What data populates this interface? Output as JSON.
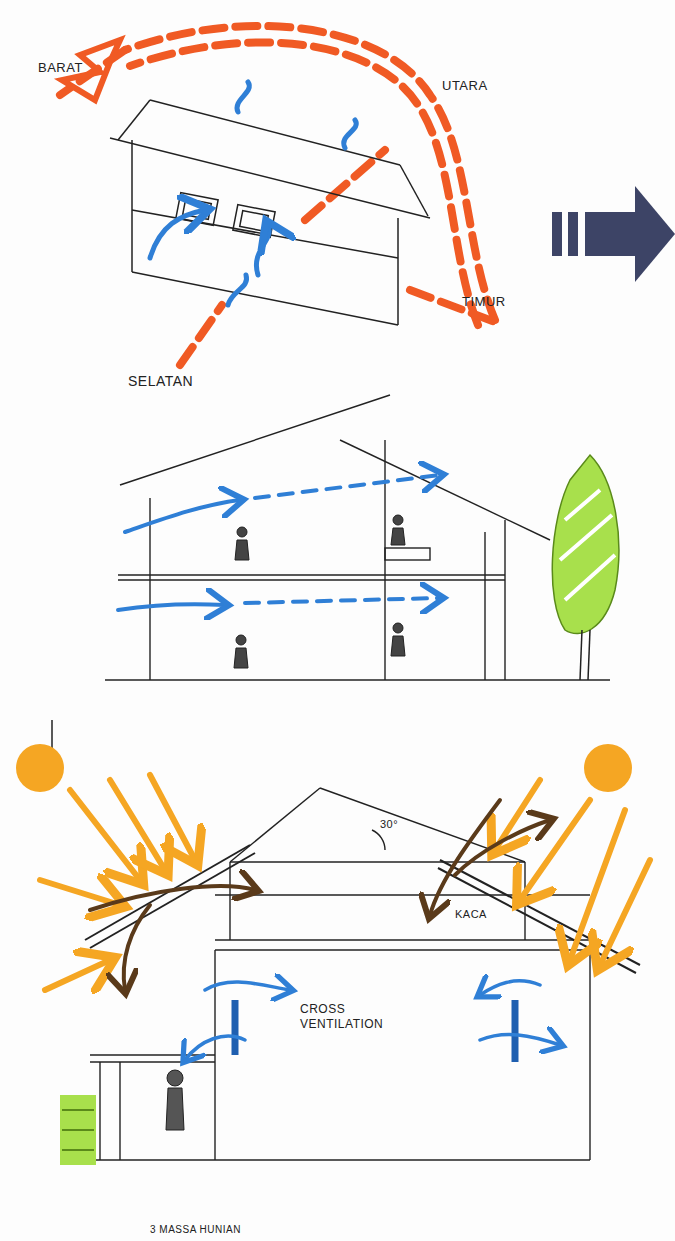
{
  "diagram": {
    "caption": "3 MASSA HUNIAN",
    "labels": [
      "BARAT",
      "UTARA",
      "TIMUR",
      "SELATAN",
      "30°",
      "KACA",
      "CROSS VENTILATION"
    ]
  }
}
